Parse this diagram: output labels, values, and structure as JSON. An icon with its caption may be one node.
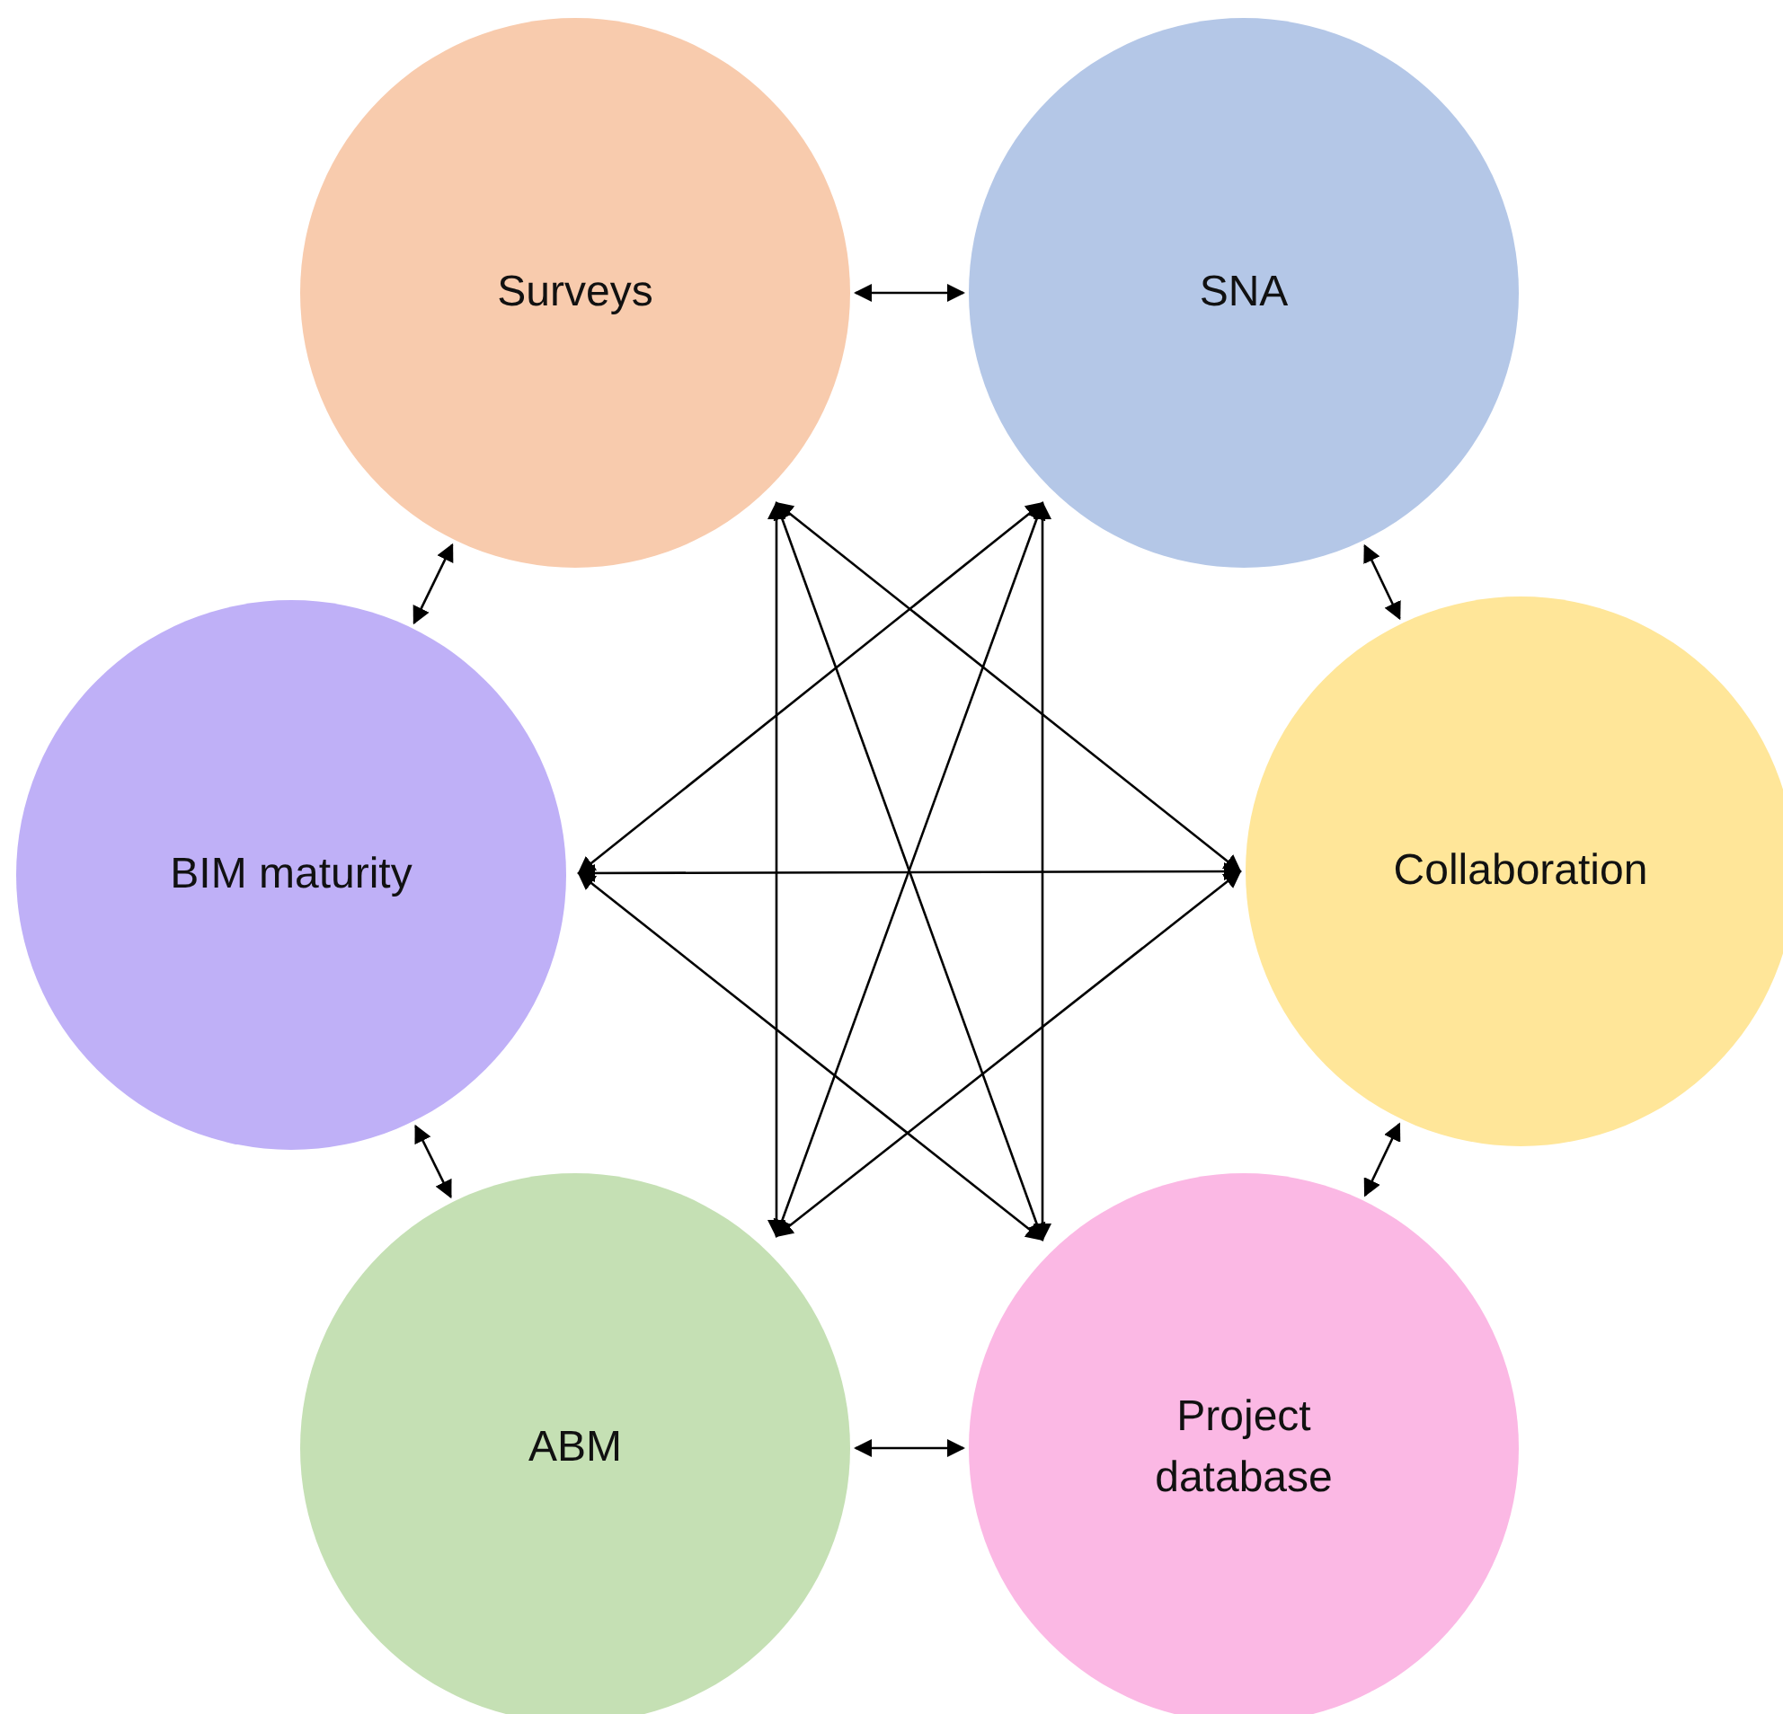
{
  "diagram": {
    "nodes": [
      {
        "text": [
          "Surveys"
        ]
      },
      {
        "text": [
          "SNA"
        ]
      },
      {
        "text": [
          "BIM maturity"
        ]
      },
      {
        "text": [
          "Collaboration"
        ]
      },
      {
        "text": [
          "ABM"
        ]
      },
      {
        "text": [
          "Project database"
        ]
      }
    ],
    "edges": [
      {
        "from": 0,
        "to": 1,
        "arrow": "both"
      },
      {
        "from": 1,
        "to": 3,
        "arrow": "both"
      },
      {
        "from": 0,
        "to": 2,
        "arrow": "both"
      },
      {
        "from": 2,
        "to": 4,
        "arrow": "both"
      },
      {
        "from": 3,
        "to": 5,
        "arrow": "both"
      },
      {
        "from": 4,
        "to": 5,
        "arrow": "both"
      },
      {
        "from": 0,
        "to": 3,
        "arrow": "both"
      },
      {
        "from": 0,
        "to": 4,
        "arrow": "both"
      },
      {
        "from": 0,
        "to": 5,
        "arrow": "both"
      },
      {
        "from": 1,
        "to": 2,
        "arrow": "both"
      },
      {
        "from": 1,
        "to": 4,
        "arrow": "both"
      },
      {
        "from": 1,
        "to": 5,
        "arrow": "both"
      },
      {
        "from": 2,
        "to": 3,
        "arrow": "both"
      },
      {
        "from": 2,
        "to": 5,
        "arrow": "both"
      },
      {
        "from": 3,
        "to": 4,
        "arrow": "both"
      }
    ]
  }
}
